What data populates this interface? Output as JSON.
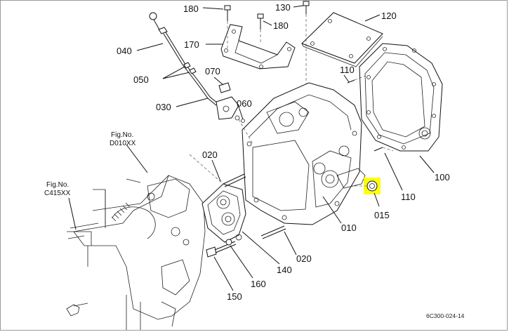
{
  "parts": [
    {
      "id": "p180a",
      "label": "180"
    },
    {
      "id": "p130",
      "label": "130"
    },
    {
      "id": "p120",
      "label": "120"
    },
    {
      "id": "p180b",
      "label": "180"
    },
    {
      "id": "p040",
      "label": "040"
    },
    {
      "id": "p170",
      "label": "170"
    },
    {
      "id": "p070",
      "label": "070"
    },
    {
      "id": "p050",
      "label": "050"
    },
    {
      "id": "p110a",
      "label": "110"
    },
    {
      "id": "p060",
      "label": "060"
    },
    {
      "id": "p030",
      "label": "030"
    },
    {
      "id": "p020a",
      "label": "020"
    },
    {
      "id": "p100",
      "label": "100"
    },
    {
      "id": "p110b",
      "label": "110"
    },
    {
      "id": "p015",
      "label": "015"
    },
    {
      "id": "p010",
      "label": "010"
    },
    {
      "id": "p140",
      "label": "140"
    },
    {
      "id": "p020b",
      "label": "020"
    },
    {
      "id": "p160",
      "label": "160"
    },
    {
      "id": "p150",
      "label": "150"
    }
  ],
  "references": [
    {
      "line1": "Fig.No.",
      "line2": "D010XX"
    },
    {
      "line1": "Fig.No.",
      "line2": "C415XX"
    }
  ],
  "highlight": {
    "part": "015",
    "color": "#ffff00"
  },
  "drawing_number": "6C300-024-14"
}
